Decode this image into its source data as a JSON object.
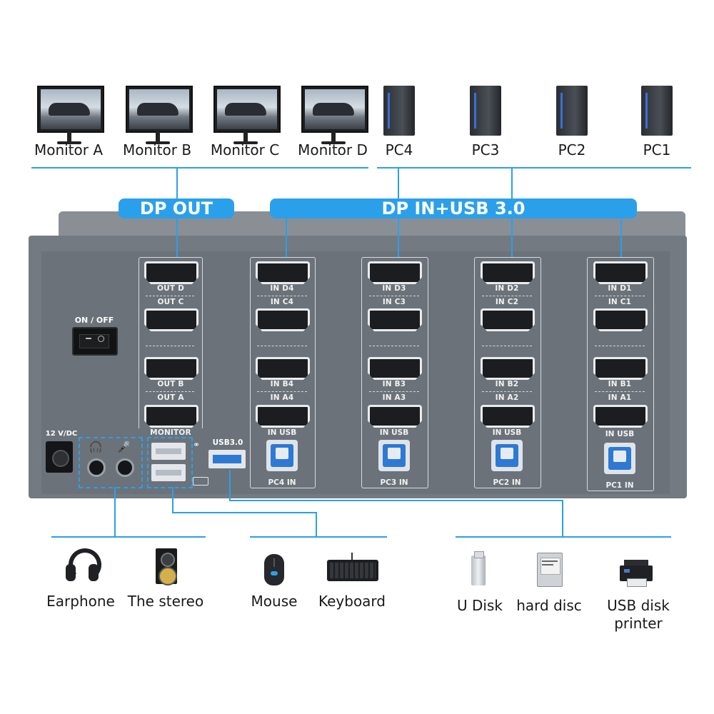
{
  "monitors": [
    {
      "label": "Monitor A"
    },
    {
      "label": "Monitor B"
    },
    {
      "label": "Monitor C"
    },
    {
      "label": "Monitor D"
    }
  ],
  "pcs": [
    {
      "label": "PC4"
    },
    {
      "label": "PC3"
    },
    {
      "label": "PC2"
    },
    {
      "label": "PC1"
    }
  ],
  "banners": {
    "dp_out": "DP OUT",
    "dp_in_usb": "DP IN+USB 3.0"
  },
  "switch_panel": {
    "power_label": "ON / OFF",
    "dc_label": "12 V/DC",
    "usb3_label": "USB3.0",
    "monitor_group": {
      "ports": [
        "OUT D",
        "OUT C",
        "OUT B",
        "OUT A"
      ],
      "footer": "MONITOR"
    },
    "pc_groups": [
      {
        "ports": [
          "IN D4",
          "IN C4",
          "IN B4",
          "IN A4"
        ],
        "usb": "IN USB",
        "footer": "PC4 IN"
      },
      {
        "ports": [
          "IN D3",
          "IN C3",
          "IN B3",
          "IN A3"
        ],
        "usb": "IN USB",
        "footer": "PC3 IN"
      },
      {
        "ports": [
          "IN D2",
          "IN C2",
          "IN B2",
          "IN A2"
        ],
        "usb": "IN USB",
        "footer": "PC2 IN"
      },
      {
        "ports": [
          "IN D1",
          "IN C1",
          "IN B1",
          "IN A1"
        ],
        "usb": "IN USB",
        "footer": "PC1 IN"
      }
    ]
  },
  "peripherals": {
    "audio": [
      {
        "label": "Earphone",
        "icon": "headphones-icon"
      },
      {
        "label": "The stereo",
        "icon": "speaker-icon"
      }
    ],
    "input": [
      {
        "label": "Mouse",
        "icon": "mouse-icon"
      },
      {
        "label": "Keyboard",
        "icon": "keyboard-icon"
      }
    ],
    "storage": [
      {
        "label": "U Disk",
        "icon": "usb-drive-icon"
      },
      {
        "label": "hard disc",
        "icon": "hard-disk-icon"
      },
      {
        "label_line1": "USB disk",
        "label_line2": "printer",
        "icon": "printer-icon"
      }
    ]
  },
  "colors": {
    "accent": "#2aa0ea",
    "chassis": "#737a82",
    "usb_blue": "#2d79d3"
  }
}
